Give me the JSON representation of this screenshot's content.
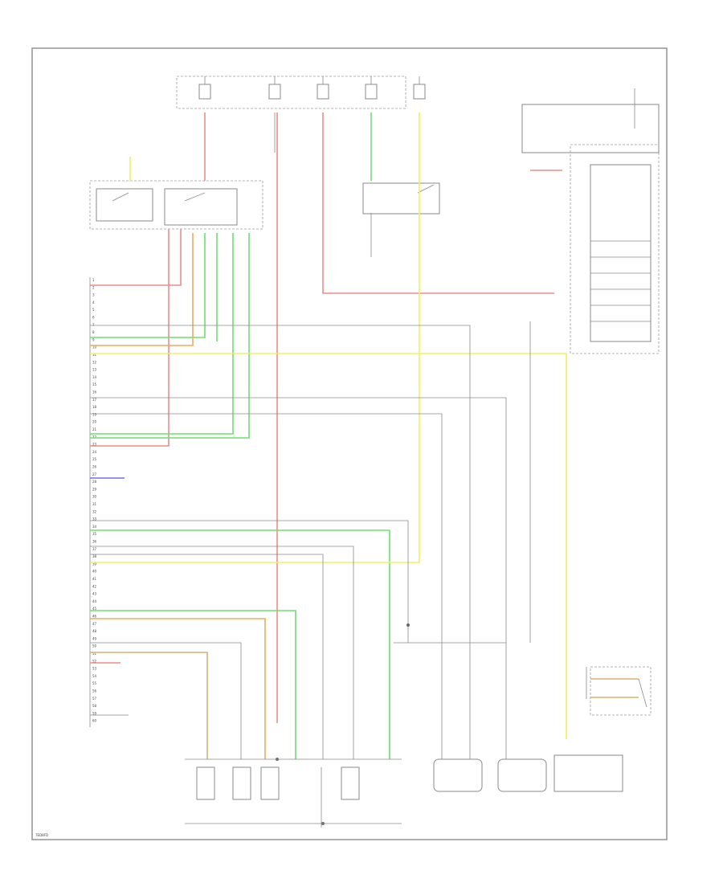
{
  "diagram_id": "7ED8FD",
  "pin_numbers": [
    "1",
    "2",
    "3",
    "4",
    "5",
    "6",
    "7",
    "8",
    "9",
    "10",
    "11",
    "12",
    "13",
    "14",
    "15",
    "16",
    "17",
    "18",
    "19",
    "20",
    "21",
    "22",
    "23",
    "24",
    "25",
    "26",
    "27",
    "28",
    "29",
    "30",
    "31",
    "32",
    "33",
    "34",
    "35",
    "36",
    "37",
    "38",
    "39",
    "40",
    "41",
    "42",
    "43",
    "44",
    "45",
    "46",
    "47",
    "48",
    "49",
    "50",
    "51",
    "52",
    "53",
    "54",
    "55",
    "56",
    "57",
    "58",
    "59",
    "60"
  ],
  "colors": {
    "red": "#f08a8a",
    "green": "#6ee06e",
    "yellow": "#f0f060",
    "gray": "#9a9a9a",
    "orange": "#f0a860",
    "blue": "#7070e0",
    "tan": "#d8b070"
  }
}
